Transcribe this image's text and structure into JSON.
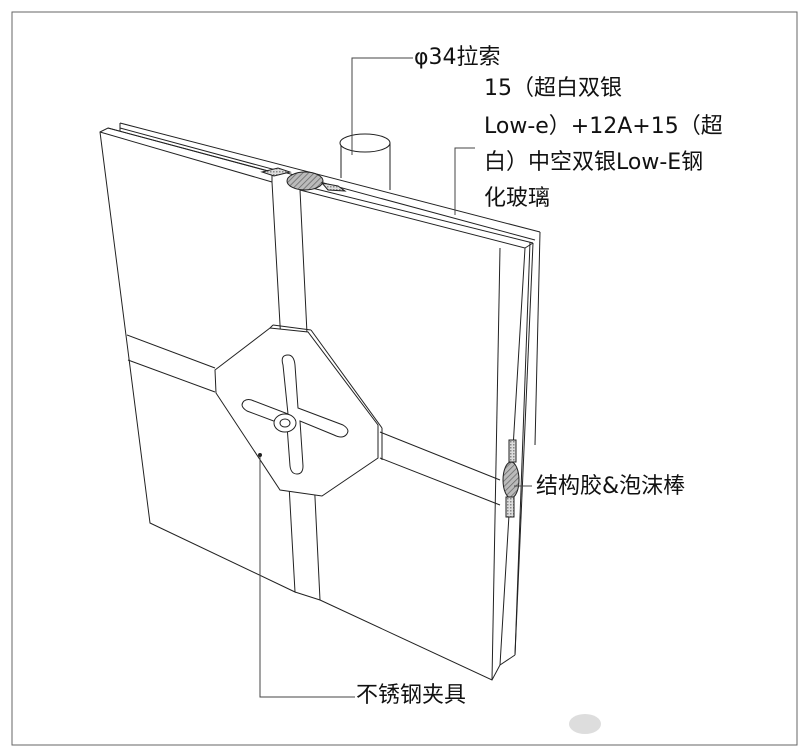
{
  "labels": {
    "cable": "φ34拉索",
    "glass": [
      "15（超白双银",
      "Low-e）+12A+15（超",
      "白）中空双银Low-E钢",
      "化玻璃"
    ],
    "sealant": "结构胶&泡沫棒",
    "clamp": "不锈钢夹具"
  },
  "colors": {
    "line": "#222222",
    "hatch": "#777777",
    "frame": "#666666"
  }
}
